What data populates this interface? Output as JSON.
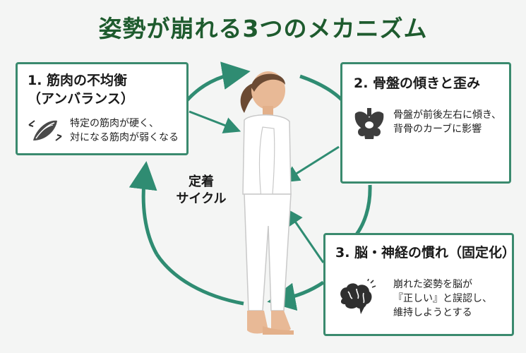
{
  "title": "姿勢が崩れる3つのメカニズム",
  "cycle_label_line1": "定着",
  "cycle_label_line2": "サイクル",
  "cards": [
    {
      "heading_line1": "1. 筋肉の不均衡",
      "heading_line2": "（アンバランス）",
      "desc_line1": "特定の筋肉が硬く、",
      "desc_line2": "対になる筋肉が弱くなる",
      "icon": "muscle-icon"
    },
    {
      "heading_line1": "2. 骨盤の傾きと歪み",
      "desc_line1": "骨盤が前後左右に傾き、",
      "desc_line2": "背骨のカーブに影響",
      "icon": "pelvis-icon"
    },
    {
      "heading_line1": "3. 脳・神経の慣れ（固定化）",
      "desc_line1": "崩れた姿勢を脳が",
      "desc_line2": "『正しい』と誤認し、",
      "desc_line3": "維持しようとする",
      "icon": "brain-icon"
    }
  ],
  "colors": {
    "title": "#1e5b2e",
    "accent": "#3a8a6e",
    "arrow": "#2f8c72",
    "background": "#f4f5f4"
  }
}
